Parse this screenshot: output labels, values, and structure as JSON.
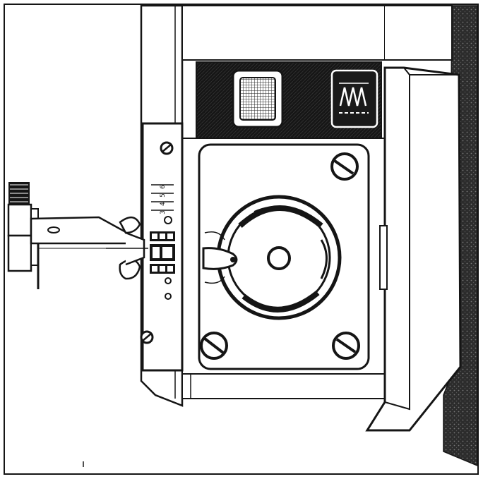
{
  "illustration": {
    "marks": {
      "plate_numbers": [
        "6",
        "5",
        "4",
        "3"
      ]
    },
    "colors": {
      "ink": "#151515",
      "paper": "#ffffff",
      "dark_panel": "#1e1e1e",
      "shadow_side": "#3a3a3a"
    },
    "icons": {
      "left_button": "straight-stitch-grid-icon",
      "right_button": "zigzag-stitch-icon"
    }
  }
}
